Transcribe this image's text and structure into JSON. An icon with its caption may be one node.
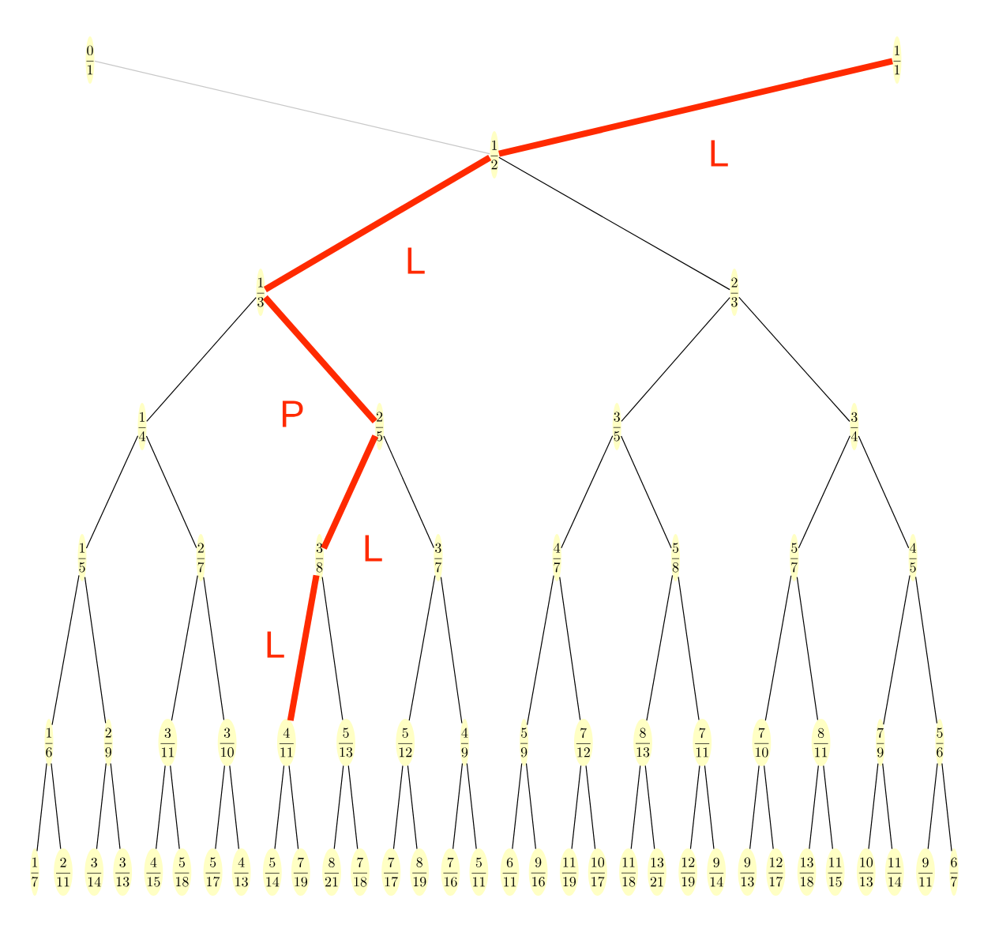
{
  "diagram": {
    "nodes": [
      {
        "text": [
          "\\frac{0}{1}"
        ]
      },
      {
        "text": [
          "\\frac{1}{1}"
        ]
      },
      {
        "text": [
          "\\frac{1}{2}"
        ]
      },
      {
        "text": [
          "\\frac{1}{3}"
        ]
      },
      {
        "text": [
          "\\frac{2}{3}"
        ]
      },
      {
        "text": [
          "\\frac{1}{4}"
        ]
      },
      {
        "text": [
          "\\frac{2}{5}"
        ]
      },
      {
        "text": [
          "\\frac{3}{5}"
        ]
      },
      {
        "text": [
          "\\frac{3}{4}"
        ]
      },
      {
        "text": [
          "\\frac{1}{5}"
        ]
      },
      {
        "text": [
          "\\frac{2}{7}"
        ]
      },
      {
        "text": [
          "\\frac{3}{8}"
        ]
      },
      {
        "text": [
          "\\frac{3}{7}"
        ]
      },
      {
        "text": [
          "\\frac{4}{7}"
        ]
      },
      {
        "text": [
          "\\frac{5}{8}"
        ]
      },
      {
        "text": [
          "\\frac{5}{7}"
        ]
      },
      {
        "text": [
          "\\frac{4}{5}"
        ]
      },
      {
        "text": [
          "\\frac{1}{6}"
        ]
      },
      {
        "text": [
          "\\frac{2}{9}"
        ]
      },
      {
        "text": [
          "\\frac{3}{11}"
        ]
      },
      {
        "text": [
          "\\frac{3}{10}"
        ]
      },
      {
        "text": [
          "\\frac{4}{11}"
        ]
      },
      {
        "text": [
          "\\frac{5}{13}"
        ]
      },
      {
        "text": [
          "\\frac{5}{12}"
        ]
      },
      {
        "text": [
          "\\frac{4}{9}"
        ]
      },
      {
        "text": [
          "\\frac{5}{9}"
        ]
      },
      {
        "text": [
          "\\frac{7}{12}"
        ]
      },
      {
        "text": [
          "\\frac{8}{13}"
        ]
      },
      {
        "text": [
          "\\frac{7}{11}"
        ]
      },
      {
        "text": [
          "\\frac{7}{10}"
        ]
      },
      {
        "text": [
          "\\frac{8}{11}"
        ]
      },
      {
        "text": [
          "\\frac{7}{9}"
        ]
      },
      {
        "text": [
          "\\frac{5}{6}"
        ]
      },
      {
        "text": [
          "\\frac{1}{7}"
        ]
      },
      {
        "text": [
          "\\frac{2}{11}"
        ]
      },
      {
        "text": [
          "\\frac{3}{14}"
        ]
      },
      {
        "text": [
          "\\frac{3}{13}"
        ]
      },
      {
        "text": [
          "\\frac{4}{15}"
        ]
      },
      {
        "text": [
          "\\frac{5}{18}"
        ]
      },
      {
        "text": [
          "\\frac{5}{17}"
        ]
      },
      {
        "text": [
          "\\frac{4}{13}"
        ]
      },
      {
        "text": [
          "\\frac{5}{14}"
        ]
      },
      {
        "text": [
          "\\frac{7}{19}"
        ]
      },
      {
        "text": [
          "\\frac{8}{21}"
        ]
      },
      {
        "text": [
          "\\frac{7}{18}"
        ]
      },
      {
        "text": [
          "\\frac{7}{17}"
        ]
      },
      {
        "text": [
          "\\frac{8}{19}"
        ]
      },
      {
        "text": [
          "\\frac{7}{16}"
        ]
      },
      {
        "text": [
          "\\frac{5}{11}"
        ]
      },
      {
        "text": [
          "\\frac{6}{11}"
        ]
      },
      {
        "text": [
          "\\frac{9}{16}"
        ]
      },
      {
        "text": [
          "\\frac{11}{19}"
        ]
      },
      {
        "text": [
          "\\frac{10}{17}"
        ]
      },
      {
        "text": [
          "\\frac{11}{18}"
        ]
      },
      {
        "text": [
          "\\frac{13}{21}"
        ]
      },
      {
        "text": [
          "\\frac{12}{19}"
        ]
      },
      {
        "text": [
          "\\frac{9}{14}"
        ]
      },
      {
        "text": [
          "\\frac{9}{13}"
        ]
      },
      {
        "text": [
          "\\frac{12}{17}"
        ]
      },
      {
        "text": [
          "\\frac{13}{18}"
        ]
      },
      {
        "text": [
          "\\frac{11}{15}"
        ]
      },
      {
        "text": [
          "\\frac{10}{13}"
        ]
      },
      {
        "text": [
          "\\frac{11}{14}"
        ]
      },
      {
        "text": [
          "\\frac{9}{11}"
        ]
      },
      {
        "text": [
          "\\frac{6}{7}"
        ]
      }
    ],
    "edges": [
      {
        "from": 0,
        "to": 2,
        "arrow": "none",
        "color": "#c8c8c8"
      },
      {
        "from": 1,
        "to": 2,
        "arrow": "none",
        "style": "thick",
        "color": "#ff2a00",
        "label": "L"
      },
      {
        "from": 2,
        "to": 3,
        "arrow": "none",
        "style": "thick",
        "color": "#ff2a00",
        "label": "L"
      },
      {
        "from": 2,
        "to": 4,
        "arrow": "none"
      },
      {
        "from": 3,
        "to": 5,
        "arrow": "none"
      },
      {
        "from": 3,
        "to": 6,
        "arrow": "none",
        "style": "thick",
        "color": "#ff2a00",
        "label": "P"
      },
      {
        "from": 4,
        "to": 7,
        "arrow": "none"
      },
      {
        "from": 4,
        "to": 8,
        "arrow": "none"
      },
      {
        "from": 5,
        "to": 9,
        "arrow": "none"
      },
      {
        "from": 5,
        "to": 10,
        "arrow": "none"
      },
      {
        "from": 6,
        "to": 11,
        "arrow": "none",
        "style": "thick",
        "color": "#ff2a00",
        "label": "L"
      },
      {
        "from": 6,
        "to": 12,
        "arrow": "none"
      },
      {
        "from": 7,
        "to": 13,
        "arrow": "none"
      },
      {
        "from": 7,
        "to": 14,
        "arrow": "none"
      },
      {
        "from": 8,
        "to": 15,
        "arrow": "none"
      },
      {
        "from": 8,
        "to": 16,
        "arrow": "none"
      },
      {
        "from": 9,
        "to": 17,
        "arrow": "none"
      },
      {
        "from": 9,
        "to": 18,
        "arrow": "none"
      },
      {
        "from": 10,
        "to": 19,
        "arrow": "none"
      },
      {
        "from": 10,
        "to": 20,
        "arrow": "none"
      },
      {
        "from": 11,
        "to": 21,
        "arrow": "none",
        "style": "thick",
        "color": "#ff2a00",
        "label": "L"
      },
      {
        "from": 11,
        "to": 22,
        "arrow": "none"
      },
      {
        "from": 12,
        "to": 23,
        "arrow": "none"
      },
      {
        "from": 12,
        "to": 24,
        "arrow": "none"
      },
      {
        "from": 13,
        "to": 25,
        "arrow": "none"
      },
      {
        "from": 13,
        "to": 26,
        "arrow": "none"
      },
      {
        "from": 14,
        "to": 27,
        "arrow": "none"
      },
      {
        "from": 14,
        "to": 28,
        "arrow": "none"
      },
      {
        "from": 15,
        "to": 29,
        "arrow": "none"
      },
      {
        "from": 15,
        "to": 30,
        "arrow": "none"
      },
      {
        "from": 16,
        "to": 31,
        "arrow": "none"
      },
      {
        "from": 16,
        "to": 32,
        "arrow": "none"
      },
      {
        "from": 17,
        "to": 33,
        "arrow": "none"
      },
      {
        "from": 17,
        "to": 34,
        "arrow": "none"
      },
      {
        "from": 18,
        "to": 35,
        "arrow": "none"
      },
      {
        "from": 18,
        "to": 36,
        "arrow": "none"
      },
      {
        "from": 19,
        "to": 37,
        "arrow": "none"
      },
      {
        "from": 19,
        "to": 38,
        "arrow": "none"
      },
      {
        "from": 20,
        "to": 39,
        "arrow": "none"
      },
      {
        "from": 20,
        "to": 40,
        "arrow": "none"
      },
      {
        "from": 21,
        "to": 41,
        "arrow": "none"
      },
      {
        "from": 21,
        "to": 42,
        "arrow": "none"
      },
      {
        "from": 22,
        "to": 43,
        "arrow": "none"
      },
      {
        "from": 22,
        "to": 44,
        "arrow": "none"
      },
      {
        "from": 23,
        "to": 45,
        "arrow": "none"
      },
      {
        "from": 23,
        "to": 46,
        "arrow": "none"
      },
      {
        "from": 24,
        "to": 47,
        "arrow": "none"
      },
      {
        "from": 24,
        "to": 48,
        "arrow": "none"
      },
      {
        "from": 25,
        "to": 49,
        "arrow": "none"
      },
      {
        "from": 25,
        "to": 50,
        "arrow": "none"
      },
      {
        "from": 26,
        "to": 51,
        "arrow": "none"
      },
      {
        "from": 26,
        "to": 52,
        "arrow": "none"
      },
      {
        "from": 27,
        "to": 53,
        "arrow": "none"
      },
      {
        "from": 27,
        "to": 54,
        "arrow": "none"
      },
      {
        "from": 28,
        "to": 55,
        "arrow": "none"
      },
      {
        "from": 28,
        "to": 56,
        "arrow": "none"
      },
      {
        "from": 29,
        "to": 57,
        "arrow": "none"
      },
      {
        "from": 29,
        "to": 58,
        "arrow": "none"
      },
      {
        "from": 30,
        "to": 59,
        "arrow": "none"
      },
      {
        "from": 30,
        "to": 60,
        "arrow": "none"
      },
      {
        "from": 31,
        "to": 61,
        "arrow": "none"
      },
      {
        "from": 31,
        "to": 62,
        "arrow": "none"
      },
      {
        "from": 32,
        "to": 63,
        "arrow": "none"
      },
      {
        "from": 32,
        "to": 64,
        "arrow": "none"
      }
    ]
  }
}
